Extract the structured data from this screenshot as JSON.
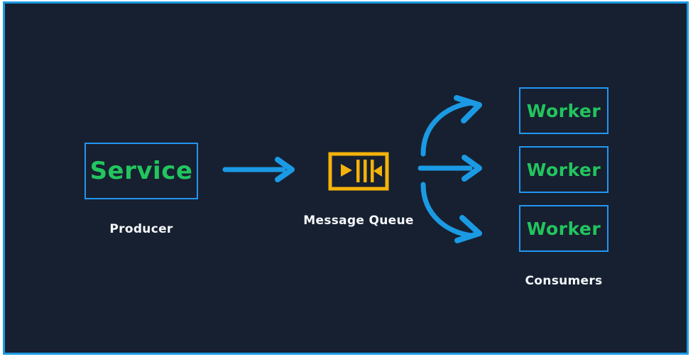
{
  "canvas": {
    "background_color": "#172030",
    "border_color": "#1b9ae4",
    "outer_margin_color": "#ffffff"
  },
  "palette": {
    "node_border": "#2196f3",
    "node_text": "#22c55e",
    "caption_text": "#f4f7fb",
    "arrow": "#1b9ae4",
    "queue_icon": "#f5b20b"
  },
  "diagram": {
    "type": "message-queue-fanout",
    "producer": {
      "node_label": "Service",
      "caption": "Producer"
    },
    "queue": {
      "icon_name": "message-queue-icon",
      "caption": "Message Queue"
    },
    "consumers": {
      "caption": "Consumers",
      "workers": [
        {
          "node_label": "Worker"
        },
        {
          "node_label": "Worker"
        },
        {
          "node_label": "Worker"
        }
      ]
    },
    "connections": [
      {
        "name": "producer-to-queue",
        "style": "straight",
        "direction": "right"
      },
      {
        "name": "queue-to-worker-1",
        "style": "curved-up",
        "direction": "right"
      },
      {
        "name": "queue-to-worker-2",
        "style": "straight",
        "direction": "right"
      },
      {
        "name": "queue-to-worker-3",
        "style": "curved-down",
        "direction": "right"
      }
    ]
  }
}
